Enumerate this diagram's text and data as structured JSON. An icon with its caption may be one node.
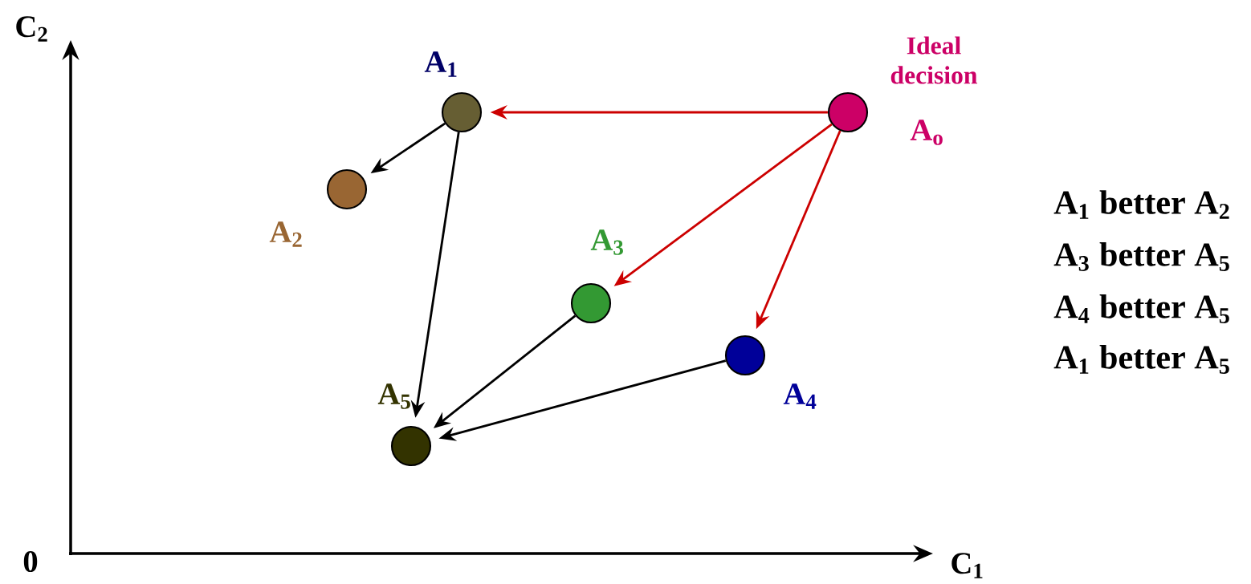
{
  "diagram": {
    "nodes": [
      {
        "text": [
          "A$_{1}$"
        ]
      },
      {
        "text": [
          "A$_{o}$"
        ],
        "beside": [
          "Ideal decision"
        ]
      },
      {
        "text": [
          "A$_{2}$"
        ]
      },
      {
        "text": [
          "A$_{3}$"
        ]
      },
      {
        "text": [
          "A$_{4}$"
        ]
      },
      {
        "text": [
          "A$_{5}$"
        ]
      }
    ],
    "edges": [
      {
        "from": 1,
        "to": 0,
        "arrow": "to",
        "color": "#cc0000"
      },
      {
        "from": 0,
        "to": 2,
        "arrow": "to"
      },
      {
        "from": 0,
        "to": 5,
        "arrow": "to"
      },
      {
        "from": 1,
        "to": 3,
        "arrow": "to",
        "color": "#cc0000"
      },
      {
        "from": 1,
        "to": 4,
        "arrow": "to",
        "color": "#cc0000"
      },
      {
        "from": 3,
        "to": 5,
        "arrow": "to"
      },
      {
        "from": 4,
        "to": 5,
        "arrow": "to"
      }
    ],
    "labels": [
      "C$_{2}$",
      "A$_{1}$ better A$_{2}$",
      "A$_{3}$ better A$_{5}$",
      "A$_{4}$ better A$_{5}$",
      "A$_{1}$ better A$_{5}$",
      "0",
      "C$_{1}$"
    ]
  }
}
